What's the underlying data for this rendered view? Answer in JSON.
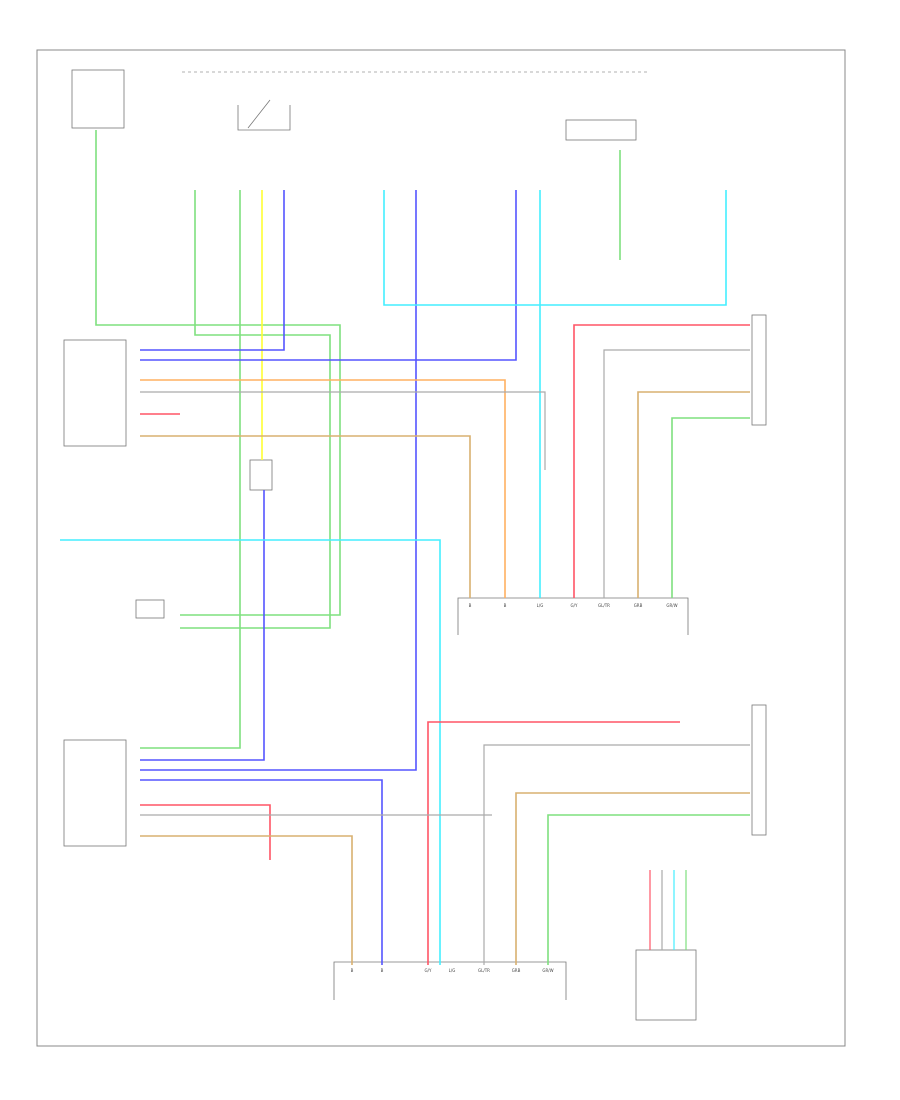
{
  "page_tag": "",
  "connector_middle": {
    "pins": [
      "B",
      "B",
      "L/G",
      "G/Y",
      "GL/TR",
      "GRB",
      "GR/W"
    ]
  },
  "connector_bottom": {
    "pins": [
      "B",
      "B",
      "G/Y",
      "L/G",
      "GL/TR",
      "GRB",
      "GR/W"
    ]
  },
  "colors": {
    "green": "#7fe07f",
    "yellow": "#ffff33",
    "blue": "#5555ff",
    "cyan": "#44eeff",
    "red": "#ff5566",
    "orange": "#ffb060",
    "tan": "#d9b070",
    "gray": "#aaaaaa",
    "frame": "#888888"
  }
}
